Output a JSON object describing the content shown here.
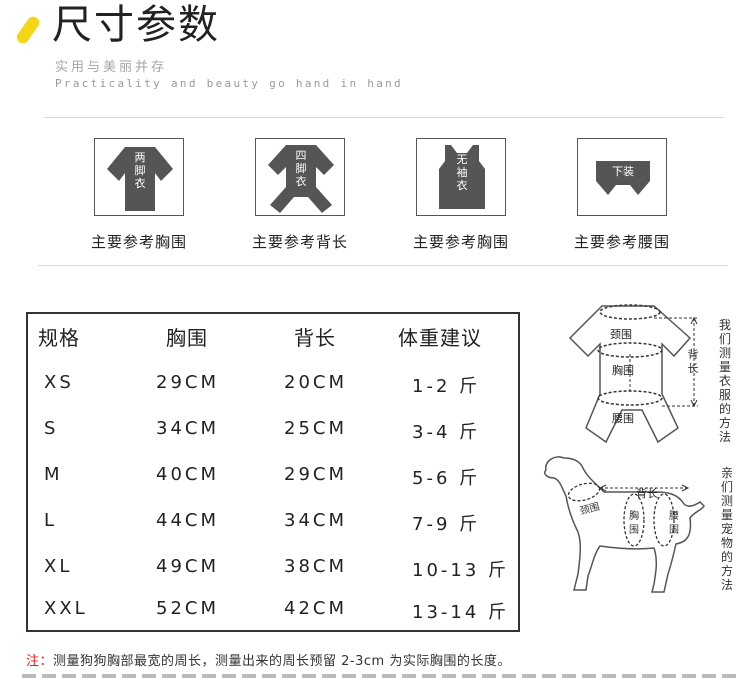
{
  "header": {
    "title": "尺寸参数",
    "subtitle_cn": "实用与美丽并存",
    "subtitle_en": "Practicality and beauty go hand in hand"
  },
  "garments": [
    {
      "icon_text": "两脚衣",
      "caption": "主要参考胸围",
      "icon": "two-leg-shirt-icon"
    },
    {
      "icon_text": "四脚衣",
      "caption": "主要参考背长",
      "icon": "four-leg-shirt-icon"
    },
    {
      "icon_text": "无袖衣",
      "caption": "主要参考胸围",
      "icon": "sleeveless-vest-icon"
    },
    {
      "icon_text": "下装",
      "caption": "主要参考腰围",
      "icon": "pants-icon"
    }
  ],
  "size_table": {
    "headers": [
      "规格",
      "胸围",
      "背长",
      "体重建议"
    ],
    "rows": [
      [
        "XS",
        "29CM",
        "20CM",
        "1-2 斤"
      ],
      [
        "S",
        "34CM",
        "25CM",
        "3-4 斤"
      ],
      [
        "M",
        "40CM",
        "29CM",
        "5-6 斤"
      ],
      [
        "L",
        "44CM",
        "34CM",
        "7-9 斤"
      ],
      [
        "XL",
        "49CM",
        "38CM",
        "10-13 斤"
      ],
      [
        "XXL",
        "52CM",
        "42CM",
        "13-14 斤"
      ]
    ]
  },
  "clothes_diagram": {
    "neck": "颈围",
    "chest": "胸围",
    "waist": "腰围",
    "back": "背长",
    "side_label": "我们测量衣服的方法"
  },
  "dog_diagram": {
    "back": "背长",
    "neck": "颈围",
    "chest": "胸围",
    "waist": "腰围",
    "side_label": "亲们测量宠物的方法"
  },
  "note": {
    "prefix": "注：",
    "text": "测量狗狗胸部最宽的周长，测量出来的周长预留 2-3cm 为实际胸围的长度。"
  },
  "colors": {
    "accent": "#f3d616",
    "icon_fill": "#555555",
    "note_red": "#e02020"
  }
}
